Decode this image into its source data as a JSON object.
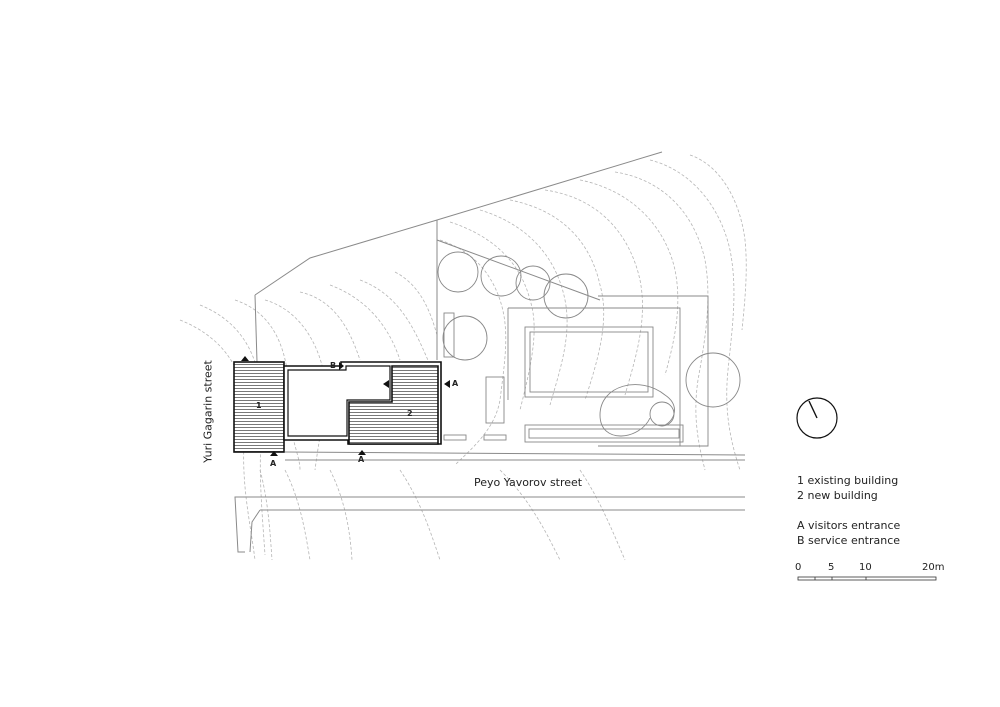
{
  "streets": {
    "gagarin": "Yuri Gagarin street",
    "yavorov": "Peyo Yavorov street"
  },
  "buildings": {
    "existing_number": "1",
    "new_number": "2"
  },
  "entrances": {
    "a": "A",
    "b": "B"
  },
  "legend": {
    "line1": "1 existing building",
    "line2": "2 new building",
    "line3": "A visitors entrance",
    "line4": "B service entrance"
  },
  "scale": {
    "t0": "0",
    "t1": "5",
    "t2": "10",
    "t3": "20m"
  }
}
